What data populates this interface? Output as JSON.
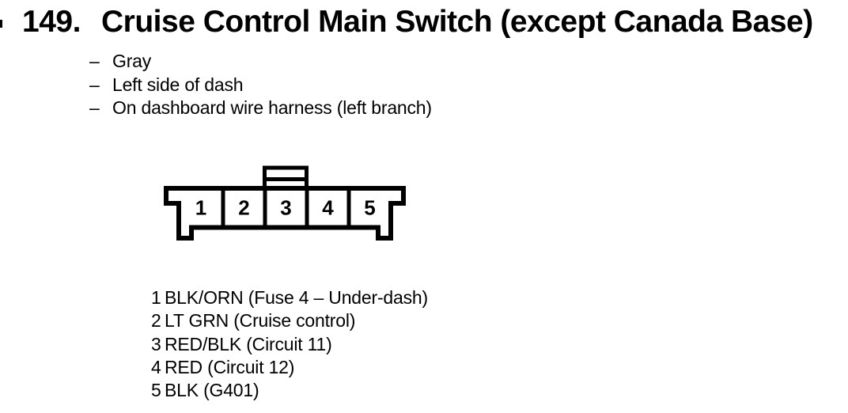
{
  "page": {
    "background_color": "#ffffff",
    "ink_color": "#000000"
  },
  "heading": {
    "number": "149.",
    "title": "Cruise Control Main Switch (except Canada Base)"
  },
  "details": {
    "dash": "–",
    "items": [
      "Gray",
      "Left side of dash",
      "On dashboard wire harness (left branch)"
    ]
  },
  "connector": {
    "description": "5-cavity connector, front view with top latch tab and side mounting hooks",
    "cavities": [
      "1",
      "2",
      "3",
      "4",
      "5"
    ]
  },
  "pins": [
    {
      "number": "1",
      "description": "BLK/ORN (Fuse 4 – Under-dash)"
    },
    {
      "number": "2",
      "description": "LT GRN (Cruise control)"
    },
    {
      "number": "3",
      "description": "RED/BLK (Circuit 11)"
    },
    {
      "number": "4",
      "description": "RED (Circuit 12)"
    },
    {
      "number": "5",
      "description": "BLK (G401)"
    }
  ]
}
